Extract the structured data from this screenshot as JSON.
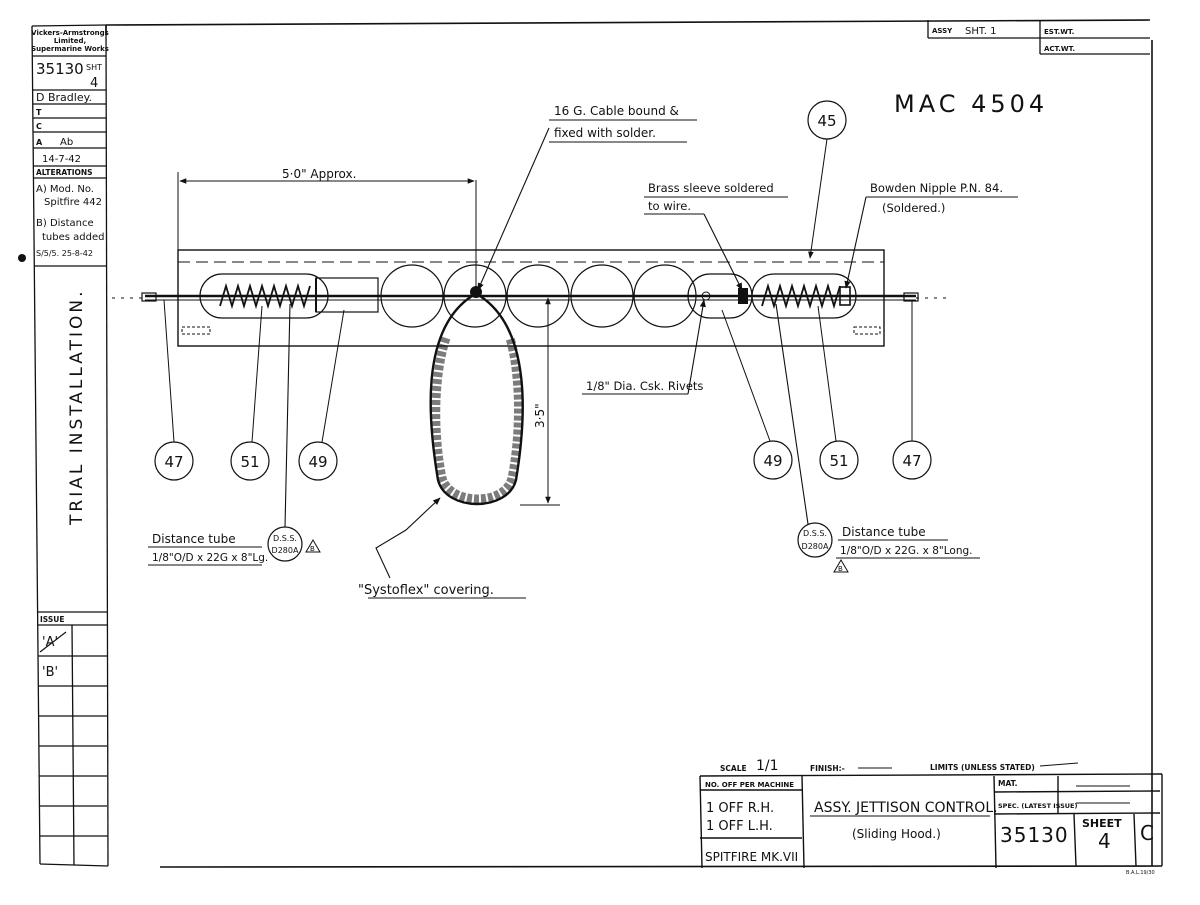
{
  "drawing": {
    "firm": [
      "Vickers-Armstrongs",
      "Limited,",
      "Supermarine Works"
    ],
    "number": "35130",
    "sheet_short": "SHT",
    "sheet_no": "4",
    "drawn_by": "D Bradley.",
    "t_label": "T",
    "c_label": "C",
    "a_label": "A",
    "a_init": "Ab",
    "date": "14-7-42",
    "code": "MAC 4504",
    "side_title": "TRIAL INSTALLATION.",
    "alterations_label": "ALTERATIONS",
    "alterations": [
      [
        "A) Mod. No.",
        "Spitfire 442"
      ],
      [
        "B) Distance",
        "tubes added",
        "S/5/5. 25-8-42"
      ]
    ],
    "issue_label": "ISSUE",
    "issues": [
      "'A'",
      "'B'"
    ]
  },
  "top_block": {
    "assy": "ASSY",
    "sht": "SHT. 1",
    "est_wt": "EST.WT.",
    "act_wt": "ACT.WT."
  },
  "annotations": {
    "cable": [
      "16 G. Cable bound &",
      "fixed with solder."
    ],
    "dim_length": "5·0\" Approx.",
    "dim_loop": "3·5\"",
    "brass": [
      "Brass sleeve soldered",
      "to wire."
    ],
    "bowden": [
      "Bowden Nipple P.N. 84.",
      "(Soldered.)"
    ],
    "rivets": "1/8\" Dia. Csk. Rivets",
    "systoflex": "\"Systoflex\" covering.",
    "tube_left": [
      "Distance tube",
      "1/8\"O/D x 22G x 8\"Lg."
    ],
    "tube_right": [
      "Distance tube",
      "1/8\"O/D x 22G. x 8\"Long."
    ],
    "dss": [
      "D.S.S.",
      "D280A"
    ],
    "rev_b": "B"
  },
  "balloons": [
    "45",
    "47",
    "51",
    "49",
    "49",
    "51",
    "47"
  ],
  "title_block": {
    "scale_label": "SCALE",
    "scale": "1/1",
    "finish_label": "FINISH:-",
    "limits_label": "LIMITS (UNLESS STATED)",
    "off_label": "NO. OFF PER MACHINE",
    "off_rh": "1 OFF R.H.",
    "off_lh": "1 OFF L.H.",
    "aircraft": "SPITFIRE MK.VII",
    "title": "ASSY. JETTISON CONTROL.",
    "subtitle": "(Sliding Hood.)",
    "mat_label": "MAT.",
    "spec_label": "SPEC. (LATEST ISSUE)",
    "number": "35130",
    "sheet_label": "SHEET",
    "sheet": "4",
    "size": "C",
    "print_ref": "B.A.L.19/30"
  }
}
